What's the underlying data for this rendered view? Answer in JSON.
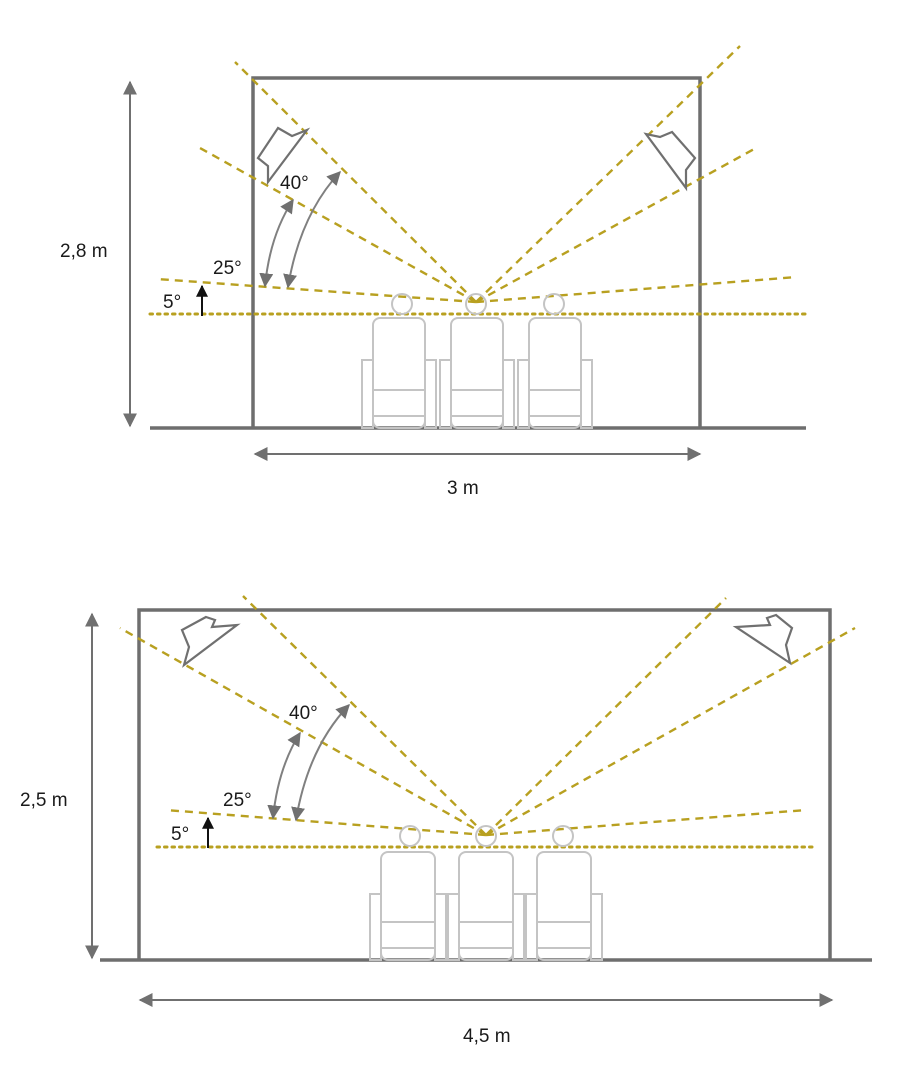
{
  "diagrams": [
    {
      "height_label": "2,8 m",
      "width_label": "3 m",
      "angle_top": "40°",
      "angle_mid": "25°",
      "angle_low": "5°"
    },
    {
      "height_label": "2,5 m",
      "width_label": "4,5 m",
      "angle_top": "40°",
      "angle_mid": "25°",
      "angle_low": "5°"
    }
  ],
  "colors": {
    "guide": "#b8a020",
    "wall": "#6e6e6e",
    "chair": "#c4c4c4"
  }
}
